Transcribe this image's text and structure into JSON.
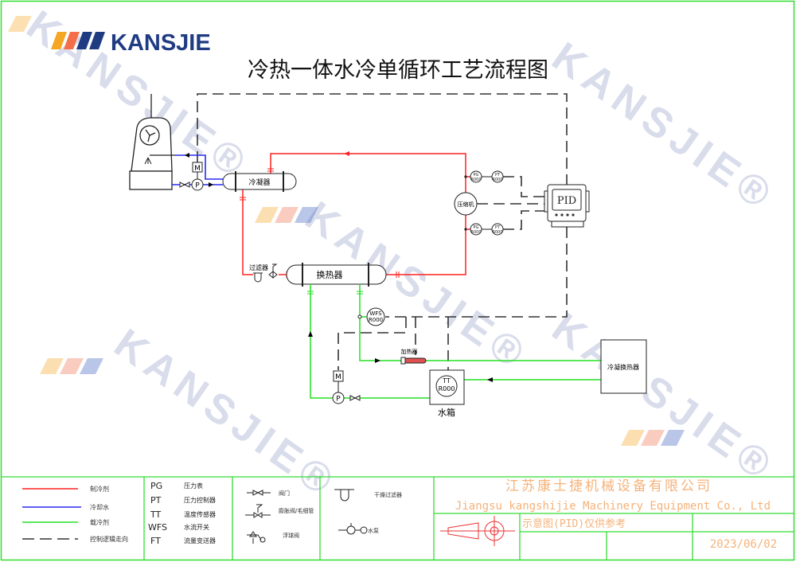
{
  "brand": {
    "name": "KANSJIE",
    "watermark": "KANSJIE®",
    "color": "#1f3b82"
  },
  "title": "冷热一体水冷单循环工艺流程图",
  "components": {
    "condenser": "冷凝器",
    "heat_exchanger": "换热器",
    "filter": "过滤器",
    "compressor": "压缩机",
    "pid": "PID",
    "heater": "加热器",
    "water_tank": "水箱",
    "cond_heat_exchanger": "冷凝换热器",
    "motor": "M",
    "pump": "P",
    "wfs": {
      "tag": "WFS",
      "value": "R000"
    },
    "tt": {
      "tag": "TT",
      "value": "R000"
    },
    "gauges": [
      {
        "tag": "PG",
        "value": "R000"
      },
      {
        "tag": "PT",
        "value": "R000"
      },
      {
        "tag": "PG",
        "value": "R000"
      },
      {
        "tag": "PT",
        "value": "R000"
      }
    ]
  },
  "colors": {
    "refrigerant": "#ff2020",
    "cooling_water": "#2a2af0",
    "coolant": "#22e022",
    "control": "#333333",
    "border": "#33dd33",
    "company": "#f5b27a"
  },
  "legend": {
    "lines": [
      {
        "label": "制冷剂"
      },
      {
        "label": "冷却水"
      },
      {
        "label": "载冷剂"
      },
      {
        "label": "控制逻辑走向"
      }
    ],
    "codes": [
      {
        "code": "PG",
        "desc": "压力表"
      },
      {
        "code": "PT",
        "desc": "压力控制器"
      },
      {
        "code": "TT",
        "desc": "温度传感器"
      },
      {
        "code": "WFS",
        "desc": "水流开关"
      },
      {
        "code": "FT",
        "desc": "流量变送器"
      }
    ],
    "symbols": [
      "阀门",
      "膨胀阀/毛细管",
      "浮球阀",
      "干燥过滤器",
      "水泵"
    ]
  },
  "title_block": {
    "company_cn": "江苏康士捷机械设备有限公司",
    "company_en": "Jiangsu kangshijie Machinery Equipment Co., Ltd",
    "note": "示意图(PID)仅供参考",
    "date": "2023/06/02"
  }
}
